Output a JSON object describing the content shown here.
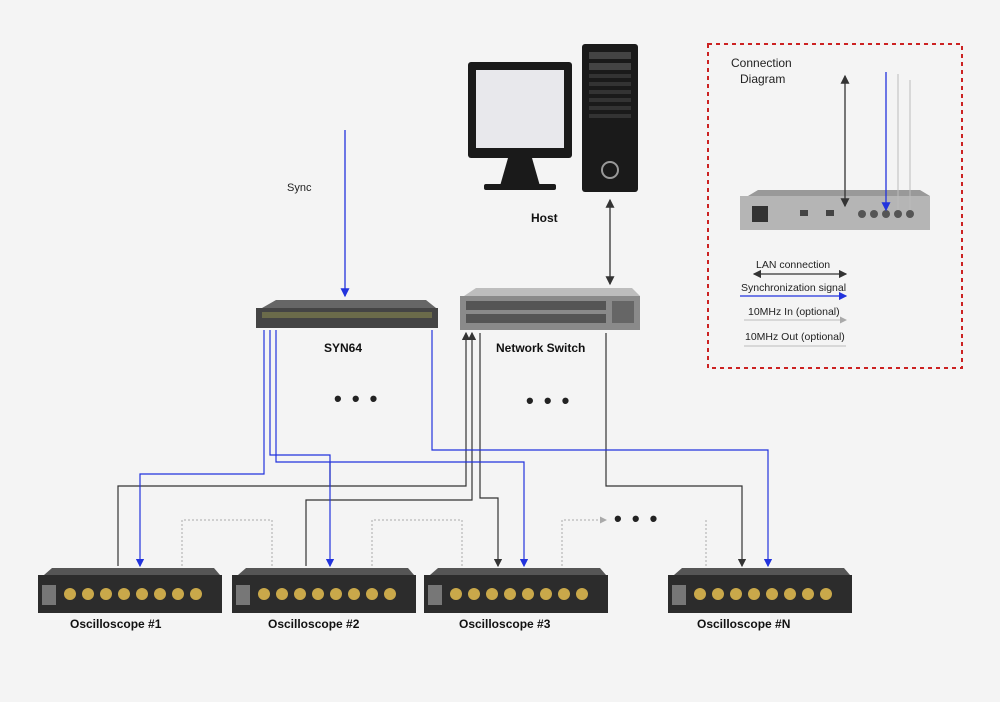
{
  "labels": {
    "sync": "Sync",
    "host": "Host",
    "syn64": "SYN64",
    "network_switch": "Network Switch",
    "ellipsis": "• • •"
  },
  "oscilloscopes": [
    {
      "label": "Oscilloscope #1"
    },
    {
      "label": "Oscilloscope #2"
    },
    {
      "label": "Oscilloscope #3"
    },
    {
      "label": "Oscilloscope #N"
    }
  ],
  "legend": {
    "title_line1": "Connection",
    "title_line2": "Diagram",
    "items": [
      {
        "label": "LAN connection",
        "color": "#111111"
      },
      {
        "label": "Synchronization signal",
        "color": "#2233dd"
      },
      {
        "label": "10MHz In (optional)",
        "color": "#bbbbbb"
      },
      {
        "label": "10MHz Out (optional)",
        "color": "#bbbbbb"
      }
    ]
  },
  "colors": {
    "lan": "#333333",
    "sync": "#2233dd",
    "optional": "#aaaaaa",
    "legend_border": "#cc2222"
  }
}
